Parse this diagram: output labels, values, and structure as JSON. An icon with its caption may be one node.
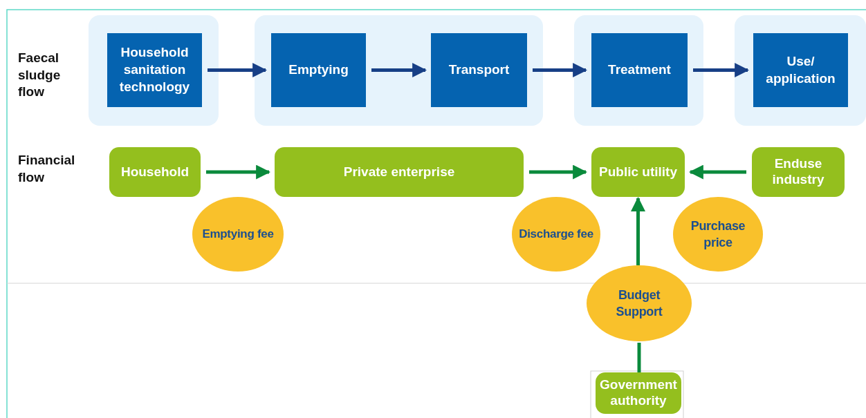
{
  "diagram": {
    "nodes": [
      {
        "text": [],
        "shape": "box"
      },
      {
        "text": [
          "Household sanitation technology"
        ],
        "in": 0
      },
      {
        "text": [],
        "shape": "box"
      },
      {
        "text": [
          "Emptying"
        ],
        "in": 2
      },
      {
        "text": [
          "Transport"
        ],
        "in": 2
      },
      {
        "text": [],
        "shape": "box"
      },
      {
        "text": [
          "Treatment"
        ],
        "in": 5
      },
      {
        "text": [],
        "shape": "box"
      },
      {
        "text": [
          "Use/ application"
        ],
        "in": 7
      },
      {
        "text": [
          "Household"
        ]
      },
      {
        "text": [
          "Private enterprise"
        ]
      },
      {
        "text": [
          "Public utility"
        ]
      },
      {
        "text": [
          "Enduse industry"
        ]
      },
      {
        "text": [
          "Emptying fee"
        ]
      },
      {
        "text": [
          "Discharge fee"
        ]
      },
      {
        "text": [
          "Purchase price"
        ]
      },
      {
        "text": [
          "Budget Support"
        ]
      },
      {
        "text": [
          "Government authority"
        ]
      }
    ],
    "edges": [
      {
        "from": 1,
        "to": 3,
        "arrow": "to",
        "color": "#173f86"
      },
      {
        "from": 3,
        "to": 4,
        "arrow": "to",
        "color": "#173f86"
      },
      {
        "from": 4,
        "to": 6,
        "arrow": "to",
        "color": "#173f86"
      },
      {
        "from": 6,
        "to": 8,
        "arrow": "to",
        "color": "#173f86"
      },
      {
        "from": 9,
        "to": 10,
        "arrow": "to"
      },
      {
        "from": 10,
        "to": 11,
        "arrow": "to"
      },
      {
        "from": 12,
        "to": 11,
        "arrow": "to"
      },
      {
        "from": 17,
        "to": 16,
        "arrow": "none"
      },
      {
        "from": 16,
        "to": 11,
        "arrow": "to"
      }
    ],
    "labels": [
      "Faecal sludge flow",
      "Financial flow"
    ]
  }
}
